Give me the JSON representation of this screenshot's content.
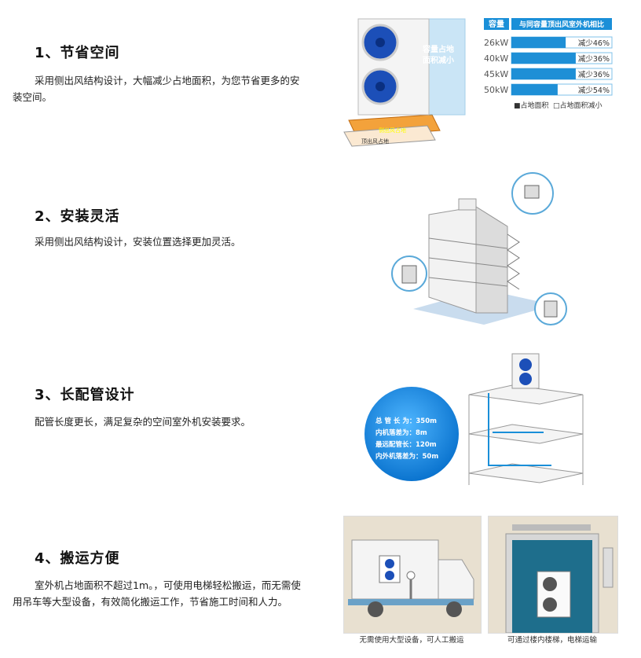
{
  "sections": [
    {
      "title": "1、节省空间",
      "desc": "采用侧出风结构设计，大幅减少占地面积，为您节省更多的安装空间。"
    },
    {
      "title": "2、安装灵活",
      "desc": "采用侧出风结构设计，安装位置选择更加灵活。"
    },
    {
      "title": "3、长配管设计",
      "desc": "配管长度更长，满足复杂的空间室外机安装要求。"
    },
    {
      "title": "4、搬运方便",
      "desc": "室外机占地面积不超过1m。，可使用电梯轻松搬运，而无需使用吊车等大型设备，有效简化搬运工作，节省施工时间和人力。"
    }
  ],
  "space_badge": [
    "容量占地",
    "面积减小"
  ],
  "floor_labels": [
    "侧出风占地",
    "顶出风占地"
  ],
  "table": {
    "header_capacity": "容量",
    "header_compare": "与同容量顶出风室外机相比",
    "rows": [
      {
        "capacity": "26kW",
        "reduction": "减少46%",
        "value": 46
      },
      {
        "capacity": "40kW",
        "reduction": "减少36%",
        "value": 36
      },
      {
        "capacity": "45kW",
        "reduction": "减少36%",
        "value": 36
      },
      {
        "capacity": "50kW",
        "reduction": "减少54%",
        "value": 54
      }
    ],
    "legend_area": "■占地面积",
    "legend_reduced": "□占地面积减小"
  },
  "pipe_specs": [
    "总 管 长 为：350m",
    "内机落差为：8m",
    "最远配管长：120m",
    "内外机落差为：50m"
  ],
  "transport": {
    "caption_truck": "无需使用大型设备，可人工搬运",
    "caption_elevator": "可通过楼内楼梯，电梯运输"
  },
  "colors": {
    "accent": "#1a8fd8",
    "bar": "#1e8fd6",
    "panel": "#e8e0d0"
  }
}
